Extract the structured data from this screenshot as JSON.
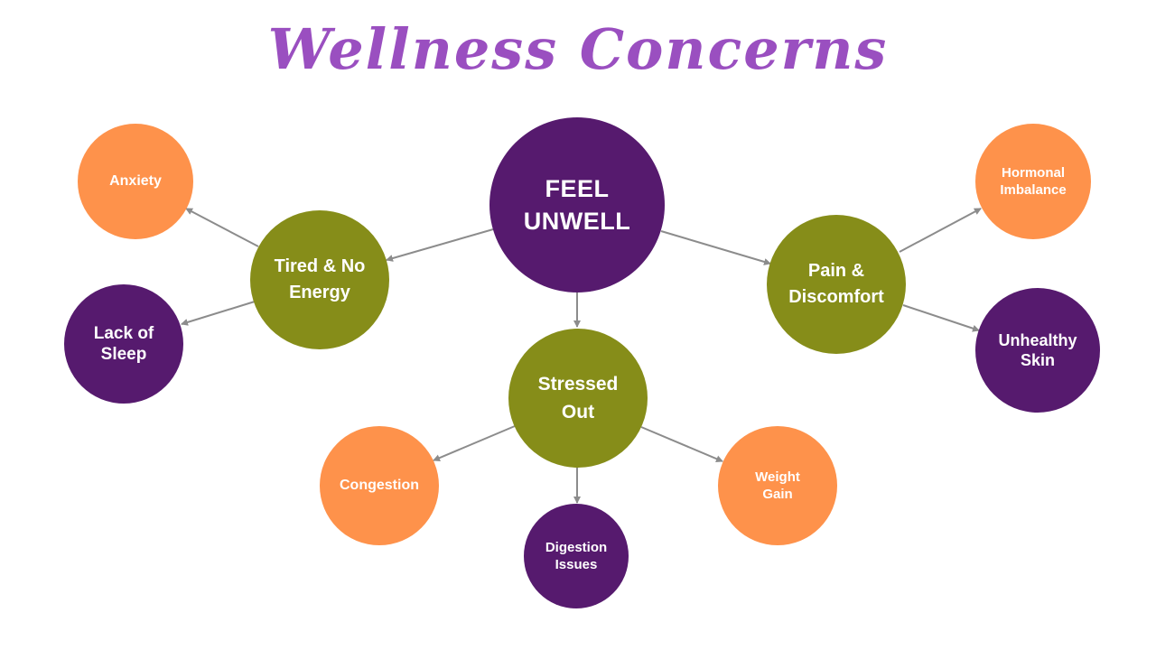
{
  "title": "Wellness Concerns",
  "colors": {
    "title": "#9a4fc0",
    "purple": "#561a6e",
    "olive": "#868d19",
    "orange": "#fe924b",
    "connector": "#8c8c8c"
  },
  "nodes": {
    "center": "FEEL\nUNWELL",
    "tired": "Tired & No\nEnergy",
    "pain": "Pain &\nDiscomfort",
    "stressed": "Stressed\nOut",
    "anxiety": "Anxiety",
    "sleep": "Lack of\nSleep",
    "hormonal": "Hormonal\nImbalance",
    "skin": "Unhealthy\nSkin",
    "congestion": "Congestion",
    "digestion": "Digestion\nIssues",
    "weight": "Weight\nGain"
  }
}
